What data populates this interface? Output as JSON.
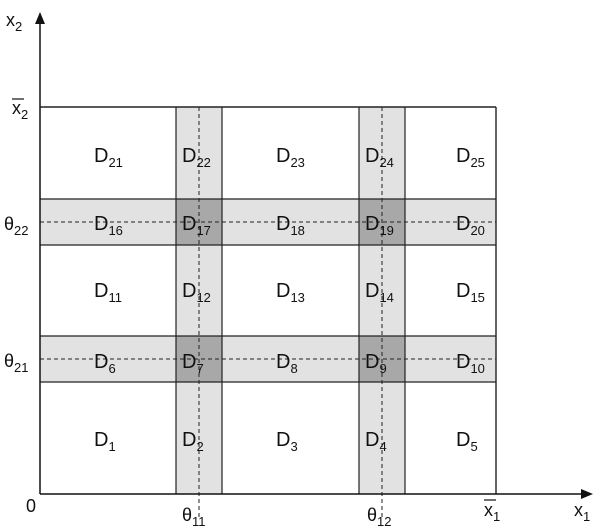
{
  "axes": {
    "x_label": "x",
    "x_sub": "1",
    "y_label": "x",
    "y_sub": "2",
    "origin": "0",
    "x_bar": "x",
    "x_bar_sub": "1",
    "y_bar": "x",
    "y_bar_sub": "2"
  },
  "thresholds": {
    "theta11": {
      "sym": "θ",
      "sub": "11"
    },
    "theta12": {
      "sym": "θ",
      "sub": "12"
    },
    "theta21": {
      "sym": "θ",
      "sub": "21"
    },
    "theta22": {
      "sym": "θ",
      "sub": "22"
    }
  },
  "regions": [
    {
      "sym": "D",
      "sub": "1"
    },
    {
      "sym": "D",
      "sub": "2"
    },
    {
      "sym": "D",
      "sub": "3"
    },
    {
      "sym": "D",
      "sub": "4"
    },
    {
      "sym": "D",
      "sub": "5"
    },
    {
      "sym": "D",
      "sub": "6"
    },
    {
      "sym": "D",
      "sub": "7"
    },
    {
      "sym": "D",
      "sub": "8"
    },
    {
      "sym": "D",
      "sub": "9"
    },
    {
      "sym": "D",
      "sub": "10"
    },
    {
      "sym": "D",
      "sub": "11"
    },
    {
      "sym": "D",
      "sub": "12"
    },
    {
      "sym": "D",
      "sub": "13"
    },
    {
      "sym": "D",
      "sub": "14"
    },
    {
      "sym": "D",
      "sub": "15"
    },
    {
      "sym": "D",
      "sub": "16"
    },
    {
      "sym": "D",
      "sub": "17"
    },
    {
      "sym": "D",
      "sub": "18"
    },
    {
      "sym": "D",
      "sub": "19"
    },
    {
      "sym": "D",
      "sub": "20"
    },
    {
      "sym": "D",
      "sub": "21"
    },
    {
      "sym": "D",
      "sub": "22"
    },
    {
      "sym": "D",
      "sub": "23"
    },
    {
      "sym": "D",
      "sub": "24"
    },
    {
      "sym": "D",
      "sub": "25"
    }
  ],
  "colors": {
    "band_fill": "#e2e2e2",
    "overlap_fill": "#a8a8a8",
    "line": "#222222"
  }
}
